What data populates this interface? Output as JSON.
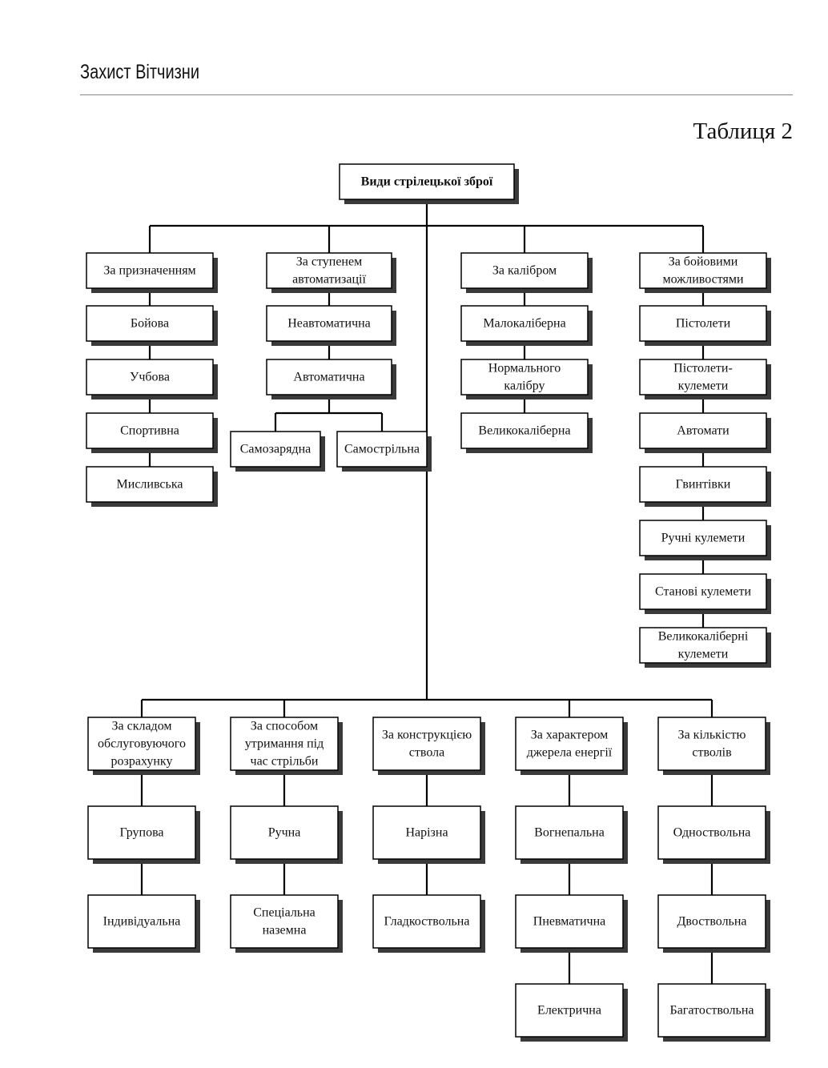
{
  "header": {
    "title": "Захист Вітчизни"
  },
  "table_label": "Таблиця 2",
  "nodes": {
    "root": [
      "Види стрілецької зброї"
    ],
    "c1": [
      "За призначенням"
    ],
    "c1_1": [
      "Бойова"
    ],
    "c1_2": [
      "Учбова"
    ],
    "c1_3": [
      "Спортивна"
    ],
    "c1_4": [
      "Мисливська"
    ],
    "c2": [
      "За ступенем",
      "автоматизації"
    ],
    "c2_1": [
      "Неавтоматична"
    ],
    "c2_2": [
      "Автоматична"
    ],
    "c2_2a": [
      "Самозарядна"
    ],
    "c2_2b": [
      "Самострільна"
    ],
    "c3": [
      "За калібром"
    ],
    "c3_1": [
      "Малокаліберна"
    ],
    "c3_2": [
      "Нормального",
      "калібру"
    ],
    "c3_3": [
      "Великокаліберна"
    ],
    "c4": [
      "За бойовими",
      "можливостями"
    ],
    "c4_1": [
      "Пістолети"
    ],
    "c4_2": [
      "Пістолети-",
      "кулемети"
    ],
    "c4_3": [
      "Автомати"
    ],
    "c4_4": [
      "Гвинтівки"
    ],
    "c4_5": [
      "Ручні кулемети"
    ],
    "c4_6": [
      "Станові кулемети"
    ],
    "c4_7": [
      "Великокаліберні",
      "кулемети"
    ],
    "d1": [
      "За складом",
      "обслуговуючого",
      "розрахунку"
    ],
    "d1_1": [
      "Групова"
    ],
    "d1_2": [
      "Індивідуальна"
    ],
    "d2": [
      "За способом",
      "утримання під",
      "час стрільби"
    ],
    "d2_1": [
      "Ручна"
    ],
    "d2_2": [
      "Спеціальна",
      "наземна"
    ],
    "d3": [
      "За конструкцією",
      "ствола"
    ],
    "d3_1": [
      "Нарізна"
    ],
    "d3_2": [
      "Гладкоствольна"
    ],
    "d4": [
      "За характером",
      "джерела енергії"
    ],
    "d4_1": [
      "Вогнепальна"
    ],
    "d4_2": [
      "Пневматична"
    ],
    "d4_3": [
      "Електрична"
    ],
    "d5": [
      "За кількістю",
      "стволів"
    ],
    "d5_1": [
      "Одноствольна"
    ],
    "d5_2": [
      "Двоствольна"
    ],
    "d5_3": [
      "Багатоствольна"
    ]
  }
}
